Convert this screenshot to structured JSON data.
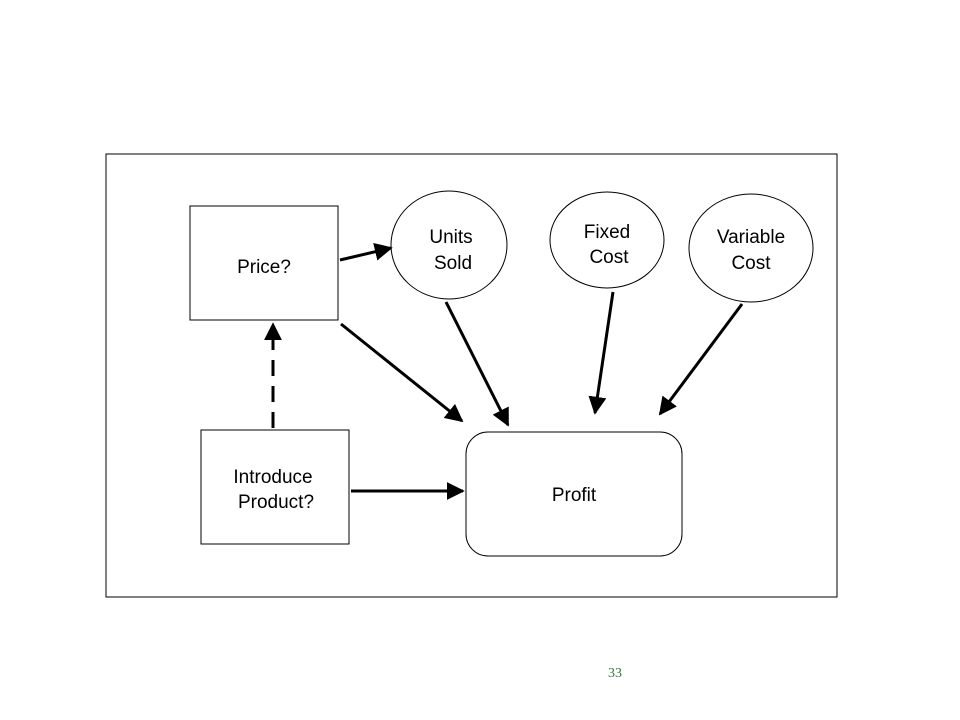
{
  "diagram": {
    "nodes": {
      "price": {
        "line1": "Price?"
      },
      "units_sold": {
        "line1": "Units",
        "line2": "Sold"
      },
      "fixed_cost": {
        "line1": "Fixed",
        "line2": "Cost"
      },
      "variable_cost": {
        "line1": "Variable",
        "line2": "Cost"
      },
      "introduce_product": {
        "line1": "Introduce",
        "line2": "Product?"
      },
      "profit": {
        "line1": "Profit"
      }
    },
    "edges": [
      {
        "from": "price",
        "to": "units_sold",
        "style": "solid"
      },
      {
        "from": "price",
        "to": "profit",
        "style": "solid"
      },
      {
        "from": "units_sold",
        "to": "profit",
        "style": "solid"
      },
      {
        "from": "fixed_cost",
        "to": "profit",
        "style": "solid"
      },
      {
        "from": "variable_cost",
        "to": "profit",
        "style": "solid"
      },
      {
        "from": "introduce_product",
        "to": "price",
        "style": "dashed"
      },
      {
        "from": "introduce_product",
        "to": "profit",
        "style": "solid"
      }
    ]
  },
  "footer": {
    "page_number": "33"
  },
  "colors": {
    "stroke": "#000000",
    "page_number": "#2e7d32"
  }
}
